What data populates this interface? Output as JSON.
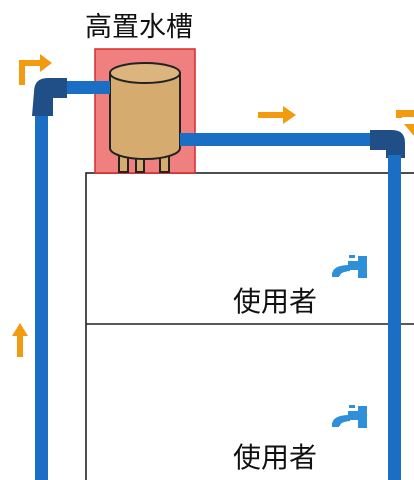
{
  "diagram": {
    "tank_label": "高置水槽",
    "floors": [
      {
        "user_label": "使用者"
      },
      {
        "user_label": "使用者"
      }
    ]
  },
  "colors": {
    "pipe": "#1a6fc4",
    "pipe_joint": "#1f4f86",
    "tank_body": "#d6ab6f",
    "tank_highlight_fill": "#f07f7f",
    "tank_highlight_border": "#d82a2a",
    "flow_arrow": "#f29a10",
    "faucet": "#2f8fd8",
    "building_line": "#222222"
  },
  "icons": {
    "faucet": "faucet-icon",
    "flow": "arrow-icon"
  }
}
